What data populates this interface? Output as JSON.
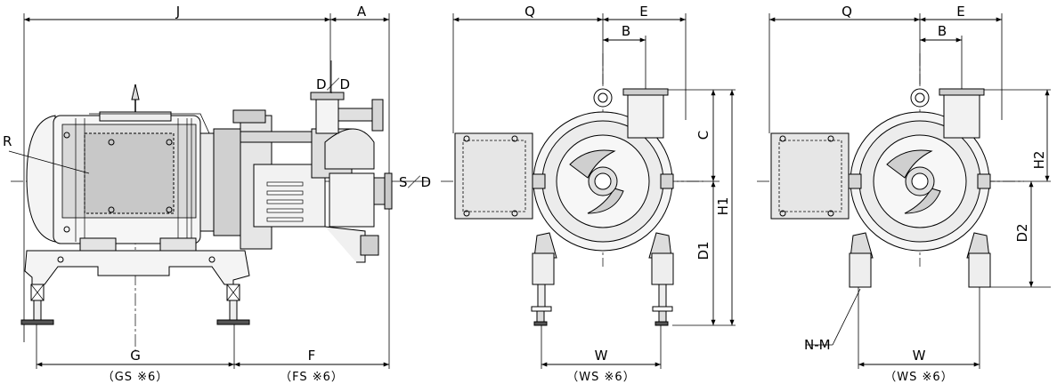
{
  "side_view": {
    "dim_J": "J",
    "dim_A": "A",
    "dim_G": "G",
    "dim_F": "F",
    "label_R": "R",
    "label_DD": "D／D",
    "label_SD": "S／D",
    "caption_GS": "（GS ※6）",
    "caption_FS": "（FS ※6）"
  },
  "front_view_1": {
    "dim_Q": "Q",
    "dim_E": "E",
    "dim_B": "B",
    "dim_C": "C",
    "dim_H1": "H1",
    "dim_D1": "D1",
    "dim_W": "W",
    "caption_WS": "（WS ※6）"
  },
  "front_view_2": {
    "dim_Q": "Q",
    "dim_E": "E",
    "dim_B": "B",
    "dim_H2": "H2",
    "dim_D2": "D2",
    "dim_W": "W",
    "label_NM": "N-M",
    "caption_WS": "（WS ※6）"
  }
}
